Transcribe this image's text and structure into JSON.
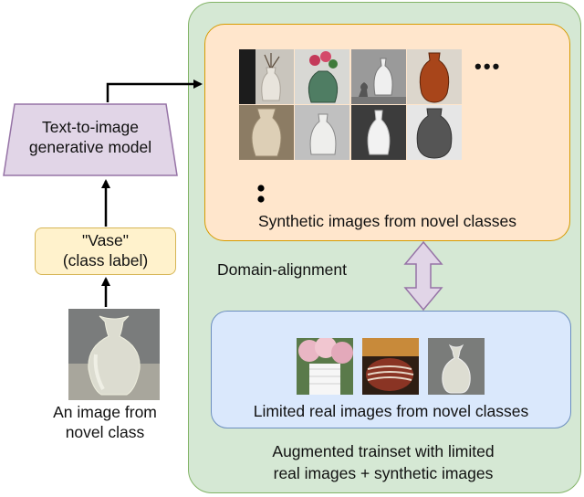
{
  "generator": {
    "line1": "Text-to-image",
    "line2": "generative model"
  },
  "class_label": {
    "line1": "\"Vase\"",
    "line2": "(class label)"
  },
  "input_caption": {
    "line1": "An image from",
    "line2": "novel class"
  },
  "synthetic": {
    "caption": "Synthetic images from novel classes",
    "more_indicator": "• • •"
  },
  "real": {
    "caption": "Limited real images from novel classes"
  },
  "alignment": {
    "label": "Domain-alignment"
  },
  "trainset": {
    "line1": "Augmented trainset with limited",
    "line2": "real images + synthetic images"
  },
  "colors": {
    "green_fill": "#d5e8d4",
    "green_stroke": "#82b366",
    "orange_fill": "#ffe6cc",
    "orange_stroke": "#d79b00",
    "blue_fill": "#dae8fc",
    "blue_stroke": "#6c8ebf",
    "yellow_fill": "#fff2cc",
    "yellow_stroke": "#d6b656",
    "purple_fill": "#e1d5e7",
    "purple_stroke": "#9673a6"
  }
}
